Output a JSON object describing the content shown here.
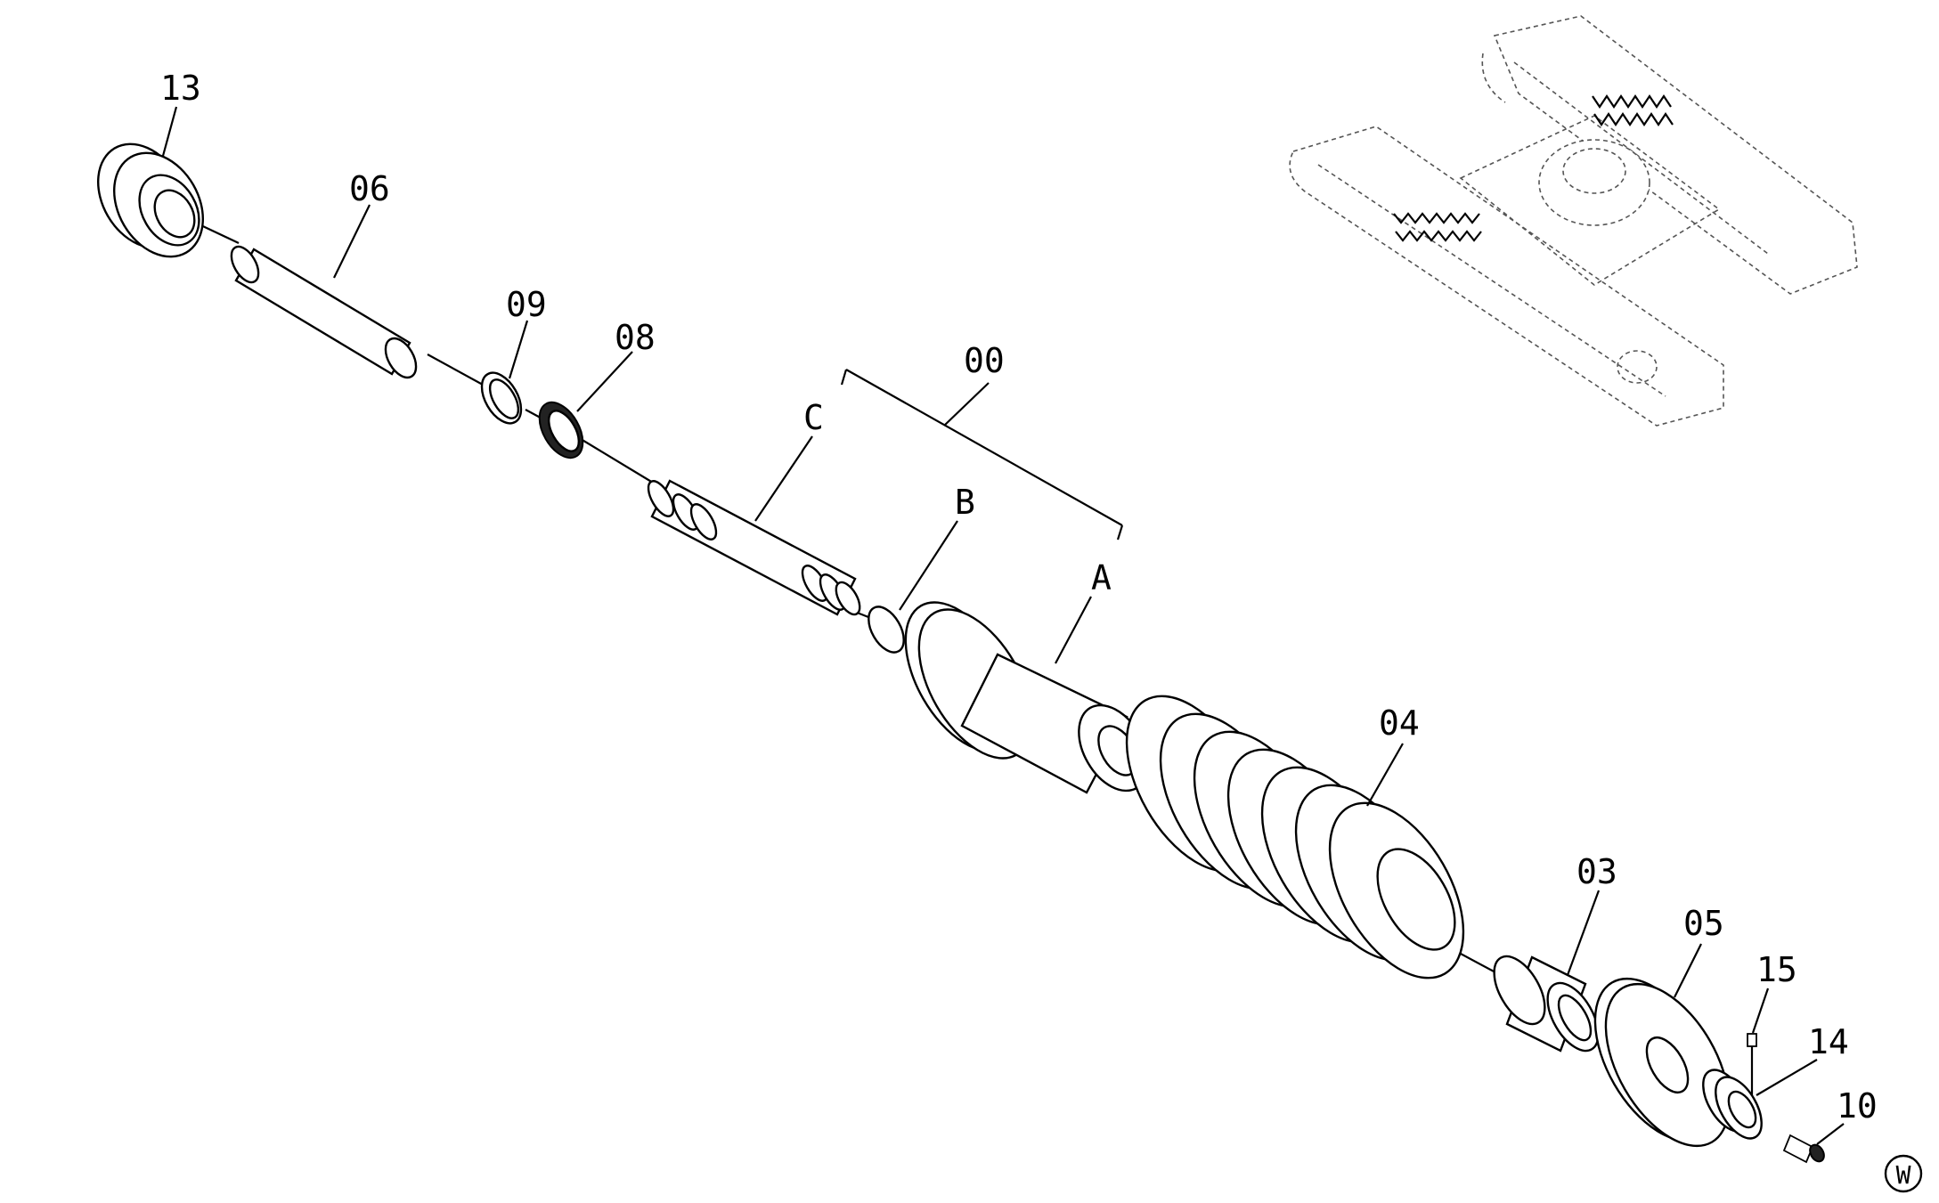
{
  "diagram": {
    "callouts": {
      "p13": "13",
      "p06": "06",
      "p09": "09",
      "p08": "08",
      "p00": "00",
      "pC": "C",
      "pB": "B",
      "pA": "A",
      "p04": "04",
      "p03": "03",
      "p05": "05",
      "p15": "15",
      "p14": "14",
      "p10": "10"
    },
    "corner_mark": "W"
  }
}
